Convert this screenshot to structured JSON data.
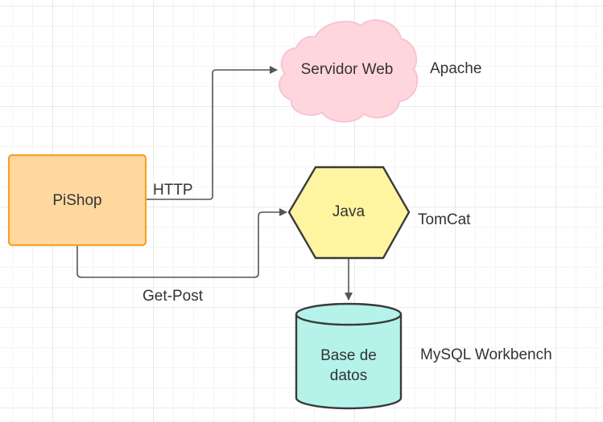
{
  "nodes": {
    "pishop": {
      "label": "PiShop",
      "fill": "#ffd8a0",
      "stroke": "#f5a12a"
    },
    "web_server": {
      "label": "Servidor Web",
      "fill": "#ffd6dc",
      "stroke": "#f7c3d8"
    },
    "java": {
      "label": "Java",
      "fill": "#fff5a0",
      "stroke": "#3a3a3a"
    },
    "database": {
      "label_line1": "Base de",
      "label_line2": "datos",
      "fill": "#b5f3ea",
      "stroke": "#3a3a3a"
    }
  },
  "side_labels": {
    "apache": "Apache",
    "tomcat": "TomCat",
    "mysql": "MySQL Workbench"
  },
  "edges": {
    "http": {
      "label": "HTTP",
      "from": "PiShop",
      "to": "Servidor Web"
    },
    "get_post": {
      "label": "Get-Post",
      "from": "PiShop",
      "to": "Java"
    },
    "java_db": {
      "from": "Java",
      "to": "Base de datos"
    }
  }
}
